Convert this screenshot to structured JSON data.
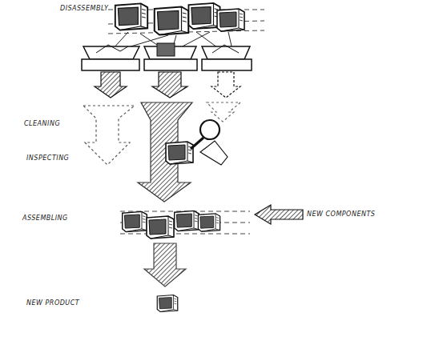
{
  "diagram": {
    "labels": [
      "DISASSEMBLY",
      "CLEANING",
      "INSPECTING",
      "ASSEMBLING",
      "NEW COMPONENTS",
      "NEW PRODUCT"
    ]
  }
}
